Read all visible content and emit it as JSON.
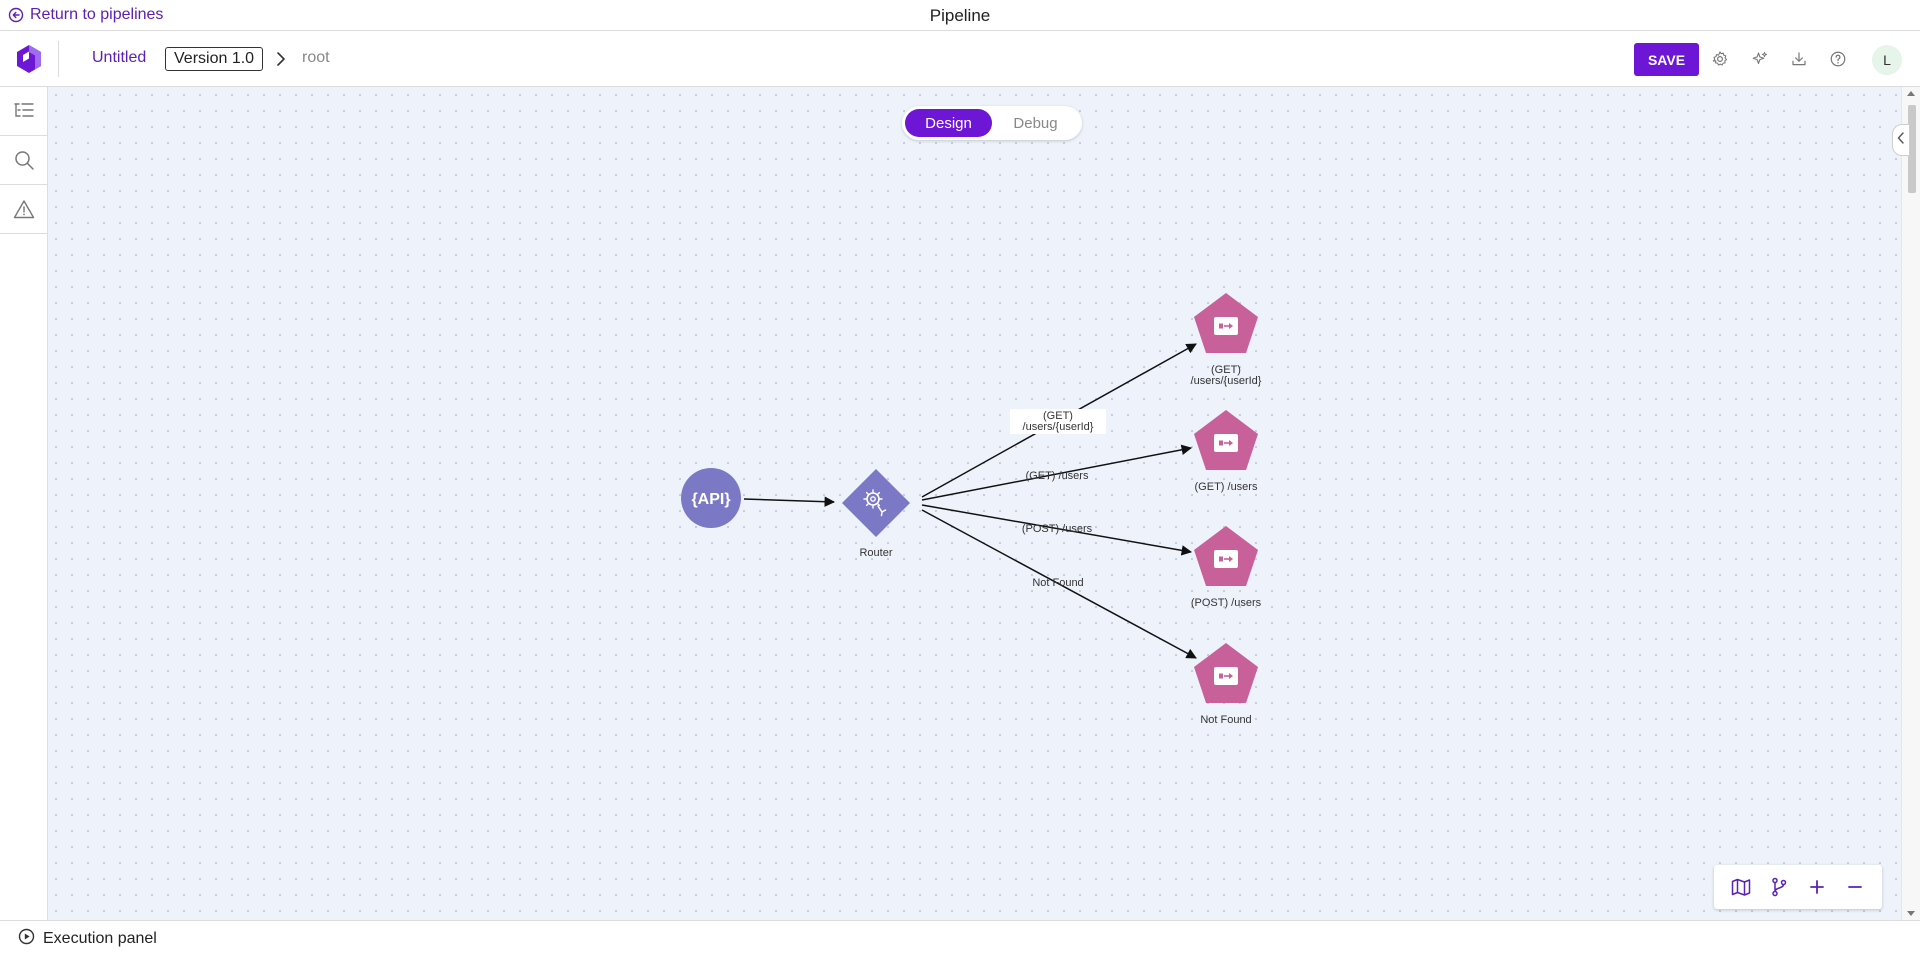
{
  "topbar": {
    "return_label": "Return to pipelines",
    "title": "Pipeline"
  },
  "header": {
    "pipeline_name": "Untitled",
    "version": "Version 1.0",
    "breadcrumb_root": "root",
    "save_label": "SAVE",
    "avatar_initial": "L",
    "icons": [
      "settings-icon",
      "sparkle-icon",
      "download-icon",
      "help-icon"
    ]
  },
  "leftbar": {
    "tools": [
      "outline-icon",
      "search-icon",
      "warning-icon"
    ]
  },
  "mode_toggle": {
    "design_label": "Design",
    "debug_label": "Debug",
    "active": "Design"
  },
  "diagram": {
    "nodes": [
      {
        "id": "api",
        "type": "source",
        "glyph": "{API}",
        "label": ""
      },
      {
        "id": "router",
        "type": "router",
        "label": "Router"
      },
      {
        "id": "get-user",
        "type": "target",
        "label_lines": [
          "(GET)",
          "/users/{userId}"
        ]
      },
      {
        "id": "get-users",
        "type": "target",
        "label_lines": [
          "(GET) /users"
        ]
      },
      {
        "id": "post-users",
        "type": "target",
        "label_lines": [
          "(POST) /users"
        ]
      },
      {
        "id": "not-found",
        "type": "target",
        "label_lines": [
          "Not Found"
        ]
      }
    ],
    "edges": [
      {
        "from": "api",
        "to": "router",
        "label_lines": []
      },
      {
        "from": "router",
        "to": "get-user",
        "label_lines": [
          "(GET)",
          "/users/{userId}"
        ]
      },
      {
        "from": "router",
        "to": "get-users",
        "label_lines": [
          "(GET) /users"
        ]
      },
      {
        "from": "router",
        "to": "post-users",
        "label_lines": [
          "(POST) /users"
        ]
      },
      {
        "from": "router",
        "to": "not-found",
        "label_lines": [
          "Not Found"
        ]
      }
    ]
  },
  "zoom_controls": [
    "map-icon",
    "branch-icon",
    "zoom-in-icon",
    "zoom-out-icon"
  ],
  "footer": {
    "execution_panel_label": "Execution panel"
  },
  "colors": {
    "accent": "#6d16d6",
    "link": "#5b21b6",
    "source_node": "#7b78c6",
    "router_node": "#7b78c6",
    "target_node": "#c8609a",
    "canvas_bg": "#eef3fb"
  }
}
